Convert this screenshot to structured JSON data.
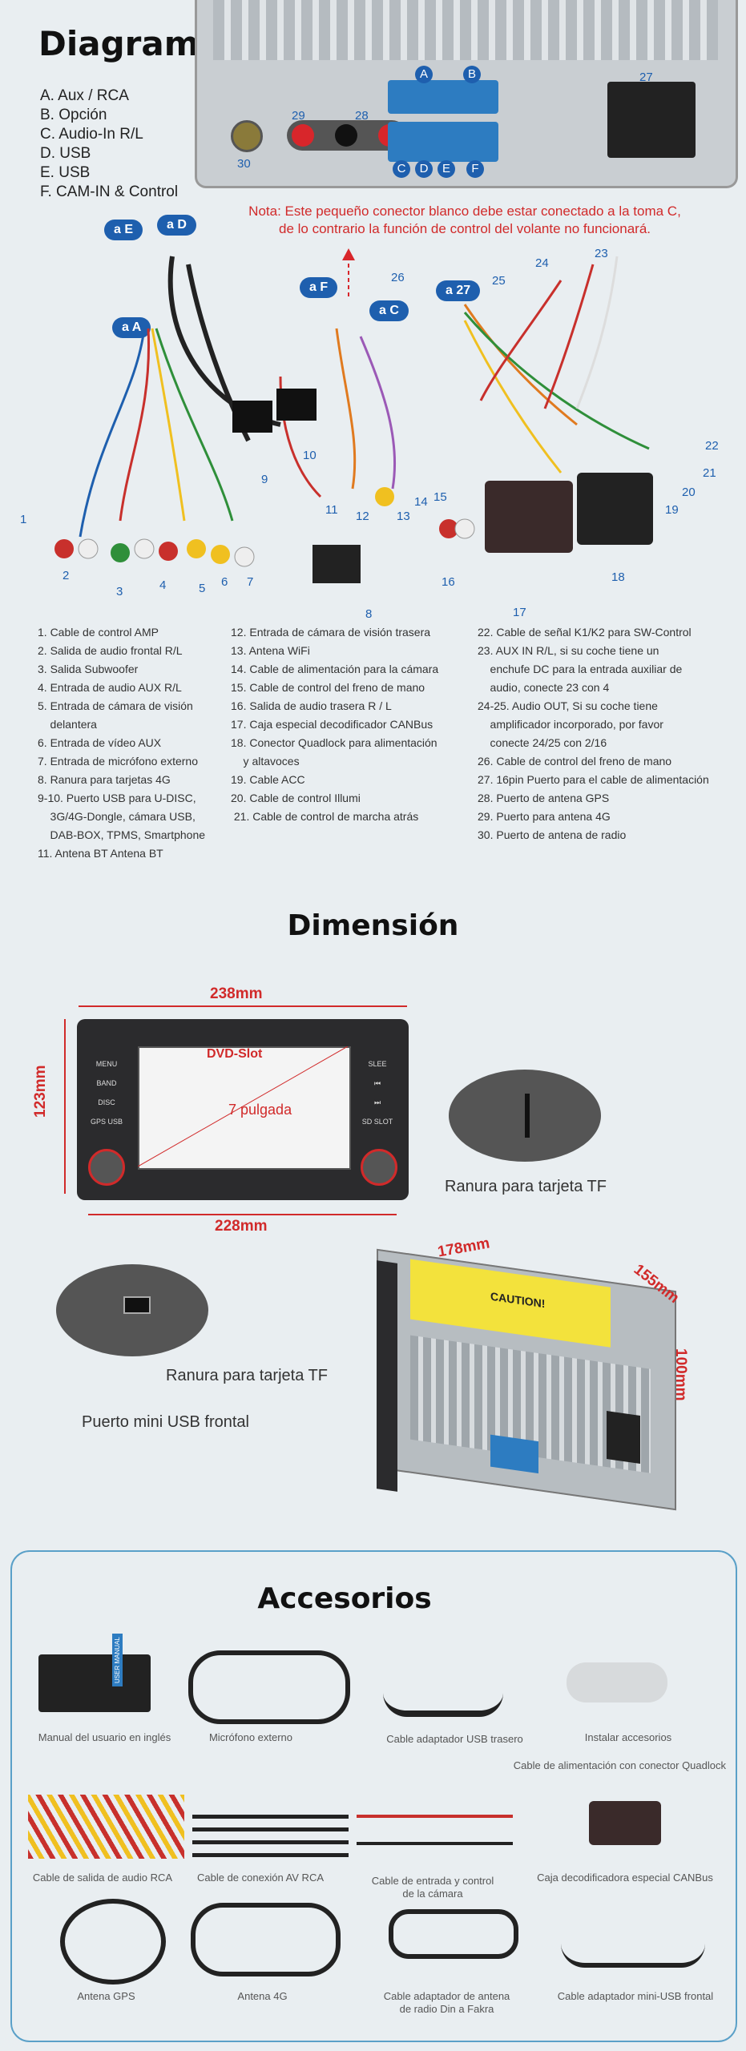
{
  "diagram": {
    "title": "Diagrama",
    "legend": [
      "A. Aux / RCA",
      "B. Opción",
      "C. Audio-In R/L",
      "D. USB",
      "E. USB",
      "F. CAM-IN & Control"
    ],
    "note_line1": "Nota: Este pequeño conector blanco debe estar conectado a la toma C,",
    "note_line2": "de lo contrario la función de control del volante no funcionará.",
    "connector_pills": [
      "a E",
      "a D",
      "a F",
      "a C",
      "a 27",
      "a A"
    ],
    "port_labels": [
      "A",
      "B",
      "C",
      "D",
      "E",
      "F",
      "27",
      "28",
      "29",
      "30"
    ],
    "cable_numbers": [
      "1",
      "2",
      "3",
      "4",
      "5",
      "6",
      "7",
      "8",
      "9",
      "10",
      "11",
      "12",
      "13",
      "14",
      "15",
      "16",
      "17",
      "18",
      "19",
      "20",
      "21",
      "22",
      "23",
      "24",
      "25",
      "26"
    ],
    "list_col1": [
      "1. Cable de control AMP",
      "2. Salida de audio frontal R/L",
      "3. Salida Subwoofer",
      "4. Entrada de audio AUX R/L",
      "5. Entrada de cámara de visión",
      "    delantera",
      "6. Entrada de vídeo AUX",
      "7. Entrada de micrófono externo",
      "8. Ranura para tarjetas 4G",
      "9-10. Puerto USB para U-DISC,",
      "    3G/4G-Dongle, cámara USB,",
      "    DAB-BOX, TPMS, Smartphone",
      "11. Antena BT Antena BT"
    ],
    "list_col2": [
      "12. Entrada de cámara de visión trasera",
      "13. Antena WiFi",
      "14. Cable de alimentación para la cámara",
      "15. Cable de control del freno de mano",
      "16. Salida de audio trasera R / L",
      "17. Caja especial decodificador CANBus",
      "18. Conector Quadlock para alimentación",
      "    y altavoces",
      "19. Cable ACC",
      "20. Cable de control Illumi",
      " 21. Cable de control de marcha atrás"
    ],
    "list_col3": [
      "22. Cable de señal K1/K2 para SW-Control",
      "23. AUX IN R/L, si su coche tiene un",
      "    enchufe DC para la entrada auxiliar de",
      "    audio, conecte 23 con 4",
      "24-25. Audio OUT, Si su coche tiene",
      "    amplificador incorporado, por favor",
      "    conecte 24/25 con 2/16",
      "26. Cable de control del freno de mano",
      "27. 16pin Puerto para el cable de alimentación",
      "28. Puerto de antena GPS",
      "29. Puerto para antena 4G",
      "30. Puerto de antena de radio"
    ]
  },
  "dimension": {
    "title": "Dimensión",
    "width_top": "238mm",
    "height_left": "123mm",
    "width_bottom": "228mm",
    "dvd_slot": "DVD-Slot",
    "screen_size": "7 pulgada",
    "tf_slot_1": "Ranura para tarjeta TF",
    "tf_slot_2": "Ranura para tarjeta TF",
    "mini_usb": "Puerto mini USB frontal",
    "depth_178": "178mm",
    "depth_155": "155mm",
    "height_100": "100mm",
    "caution": "CAUTION!",
    "left_buttons": [
      "MENU",
      "BAND",
      "DISC",
      "GPS USB"
    ],
    "right_buttons": [
      "SLEE",
      "⏮",
      "⏭",
      "SD SLOT"
    ]
  },
  "accessories": {
    "title": "Accesorios",
    "manual_cover": "USER MANUAL",
    "row1": [
      "Manual del usuario en inglés",
      "Micrófono externo",
      "Cable adaptador USB trasero",
      "Instalar accesorios"
    ],
    "quadlock": "Cable de alimentación con conector Quadlock",
    "row2": [
      "Cable de salida de audio RCA",
      "Cable de conexión AV RCA",
      "Cable de entrada y control",
      "de la cámara",
      "Caja decodificadora especial CANBus"
    ],
    "row3": [
      "Antena GPS",
      "Antena 4G",
      "Cable adaptador de antena",
      "de radio Din a Fakra",
      "Cable adaptador mini-USB frontal"
    ]
  }
}
